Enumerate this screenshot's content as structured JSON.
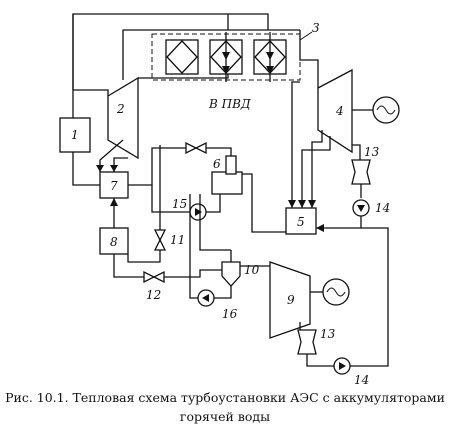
{
  "labels": {
    "n1": "1",
    "n2": "2",
    "n3": "3",
    "n4": "4",
    "n5": "5",
    "n6": "6",
    "n7": "7",
    "n8": "8",
    "n9": "9",
    "n10": "10",
    "n11": "11",
    "n12": "12",
    "n13a": "13",
    "n13b": "13",
    "n14a": "14",
    "n14b": "14",
    "n15": "15",
    "n16": "16",
    "pvd": "В ПВД"
  },
  "caption": {
    "line1": "Рис. 10.1.  Тепловая схема турбоустановки АЭС с аккумуляторами",
    "line2": "горячей воды"
  }
}
